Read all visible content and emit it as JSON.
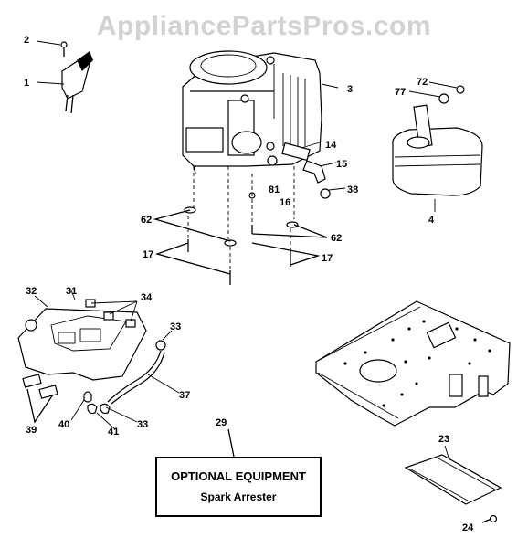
{
  "watermark": "AppliancePartsPros.com",
  "optional_box": {
    "title": "OPTIONAL EQUIPMENT",
    "subtitle": "Spark Arrester"
  },
  "callouts": {
    "c1": "1",
    "c2": "2",
    "c3": "3",
    "c4": "4",
    "c14": "14",
    "c15": "15",
    "c16": "16",
    "c17a": "17",
    "c17b": "17",
    "c23": "23",
    "c24": "24",
    "c29": "29",
    "c31": "31",
    "c32": "32",
    "c33a": "33",
    "c33b": "33",
    "c34": "34",
    "c37": "37",
    "c38": "38",
    "c39": "39",
    "c40": "40",
    "c41": "41",
    "c62a": "62",
    "c62b": "62",
    "c72": "72",
    "c77": "77",
    "c81": "81"
  }
}
